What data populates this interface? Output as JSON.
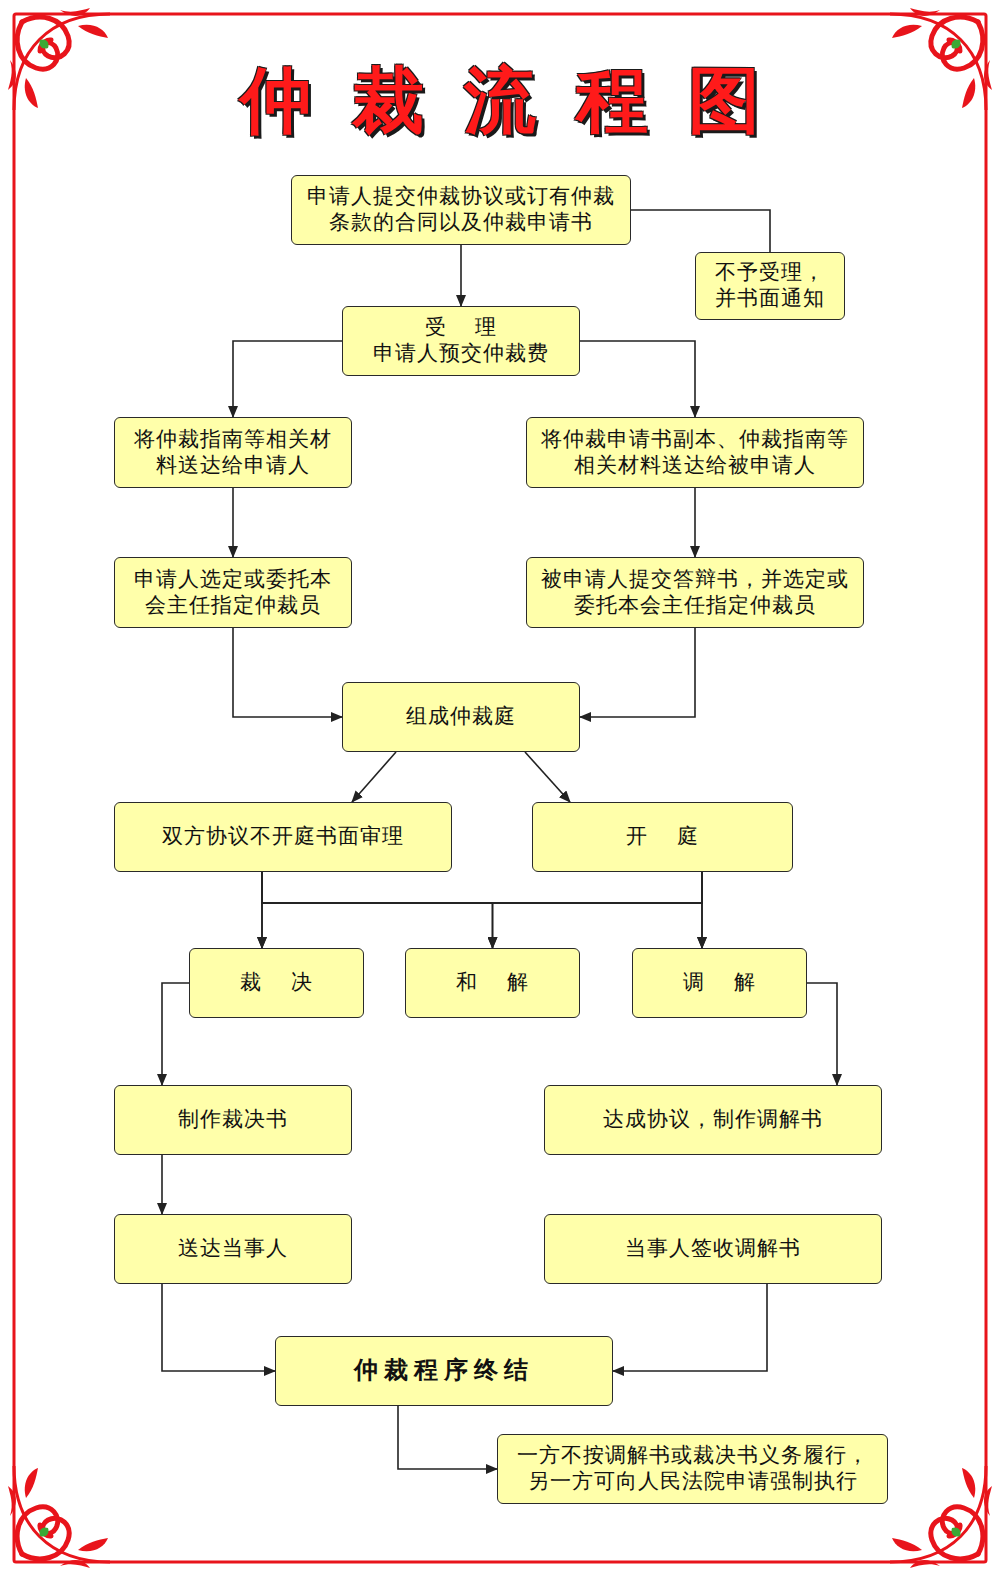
{
  "diagram": {
    "title": "仲裁流程图",
    "nodes": [
      {
        "text": [
          "申请人提交仲裁协议或订有仲裁条款的合同以及仲裁申请书"
        ]
      },
      {
        "text": [
          "不予受理，并书面通知"
        ]
      },
      {
        "text": [
          "受 理",
          "申请人预交仲裁费"
        ]
      },
      {
        "text": [
          "将仲裁指南等相关材料送达给申请人"
        ]
      },
      {
        "text": [
          "将仲裁申请书副本、仲裁指南等相关材料送达给被申请人"
        ]
      },
      {
        "text": [
          "申请人选定或委托本会主任指定仲裁员"
        ]
      },
      {
        "text": [
          "被申请人提交答辩书，并选定或委托本会主任指定仲裁员"
        ]
      },
      {
        "text": [
          "组成仲裁庭"
        ]
      },
      {
        "text": [
          "双方协议不开庭书面审理"
        ]
      },
      {
        "text": [
          "开 庭"
        ]
      },
      {
        "text": [
          "裁 决"
        ]
      },
      {
        "text": [
          "和 解"
        ]
      },
      {
        "text": [
          "调 解"
        ]
      },
      {
        "text": [
          "制作裁决书"
        ]
      },
      {
        "text": [
          "达成协议，制作调解书"
        ]
      },
      {
        "text": [
          "送达当事人"
        ]
      },
      {
        "text": [
          "当事人签收调解书"
        ]
      },
      {
        "text": [
          "仲裁程序终结"
        ]
      },
      {
        "text": [
          "一方不按调解书或裁决书义务履行，另一方可向人民法院申请强制执行"
        ]
      }
    ],
    "edges": [
      {
        "from": 0,
        "to": 1,
        "arrow": "none"
      },
      {
        "from": 0,
        "to": 2,
        "arrow": "to"
      },
      {
        "from": 2,
        "to": 3,
        "arrow": "to"
      },
      {
        "from": 2,
        "to": 4,
        "arrow": "to"
      },
      {
        "from": 3,
        "to": 5,
        "arrow": "to"
      },
      {
        "from": 4,
        "to": 6,
        "arrow": "to"
      },
      {
        "from": 5,
        "to": 7,
        "arrow": "to"
      },
      {
        "from": 6,
        "to": 7,
        "arrow": "to"
      },
      {
        "from": 7,
        "to": 8,
        "arrow": "to"
      },
      {
        "from": 7,
        "to": 9,
        "arrow": "to"
      },
      {
        "from": 8,
        "to": 10,
        "arrow": "to"
      },
      {
        "from": 8,
        "to": 11,
        "arrow": "to"
      },
      {
        "from": 8,
        "to": 12,
        "arrow": "to"
      },
      {
        "from": 9,
        "to": 10,
        "arrow": "to"
      },
      {
        "from": 9,
        "to": 11,
        "arrow": "to"
      },
      {
        "from": 9,
        "to": 12,
        "arrow": "to"
      },
      {
        "from": 10,
        "to": 13,
        "arrow": "to"
      },
      {
        "from": 12,
        "to": 14,
        "arrow": "to"
      },
      {
        "from": 13,
        "to": 15,
        "arrow": "to"
      },
      {
        "from": 15,
        "to": 17,
        "arrow": "to"
      },
      {
        "from": 16,
        "to": 17,
        "arrow": "to"
      },
      {
        "from": 17,
        "to": 18,
        "arrow": "to"
      }
    ]
  }
}
